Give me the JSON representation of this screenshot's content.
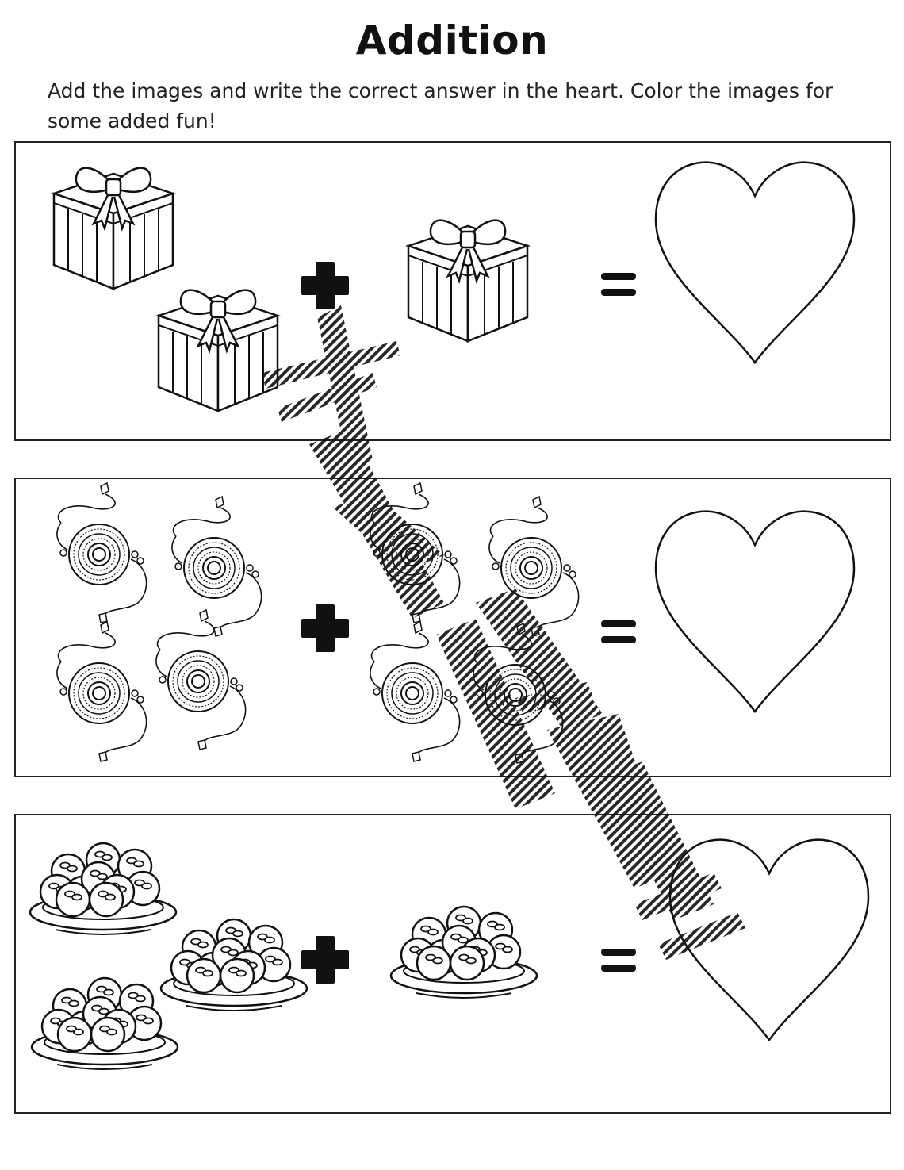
{
  "title": "Addition",
  "instructions": "Add the images and write the correct answer in the heart. Color the images for some added fun!",
  "problems": [
    {
      "item": "gift-box",
      "left_count": 2,
      "right_count": 1,
      "answer": ""
    },
    {
      "item": "rakhi",
      "left_count": 4,
      "right_count": 4,
      "answer": ""
    },
    {
      "item": "laddoo-plate",
      "left_count": 3,
      "right_count": 1,
      "answer": ""
    }
  ],
  "icons": {
    "plus": "plus-icon",
    "equals": "equals-icon",
    "answer": "heart-icon"
  }
}
